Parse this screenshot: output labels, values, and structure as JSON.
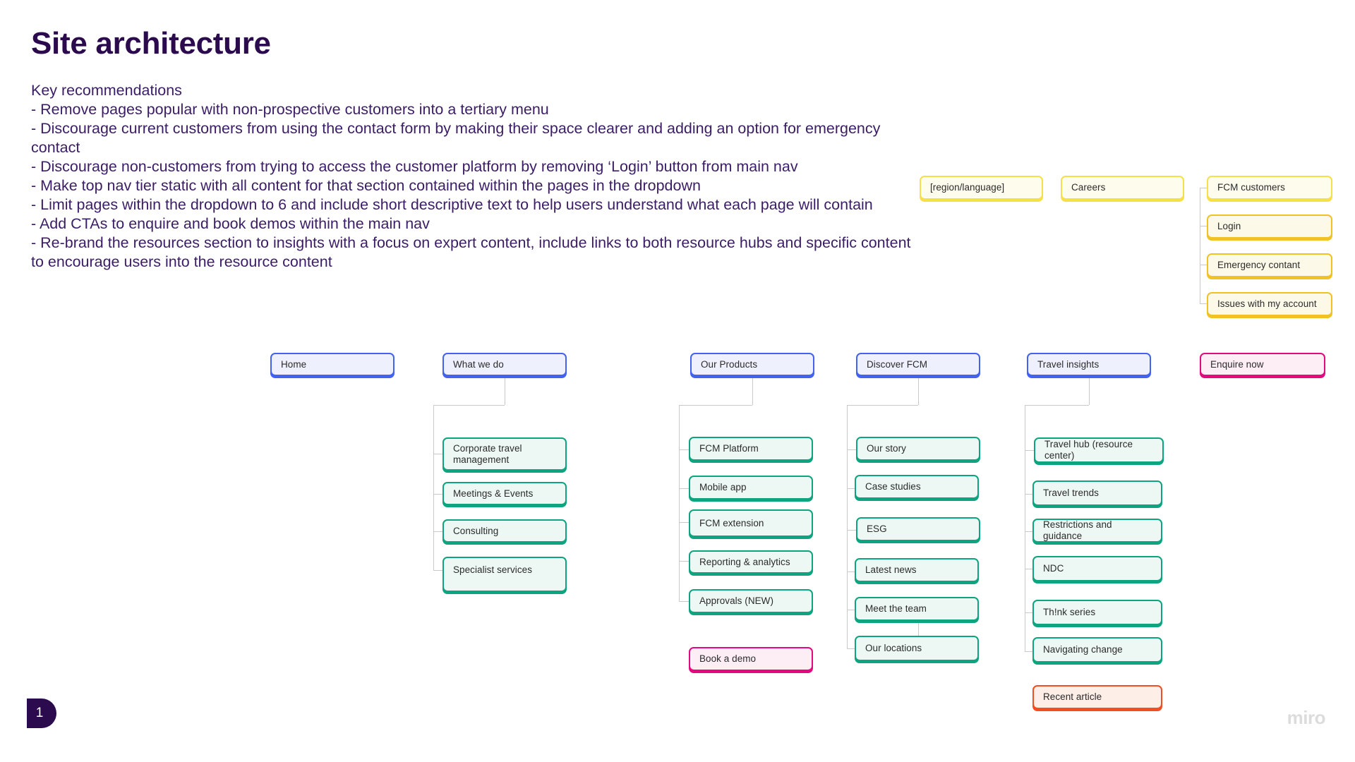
{
  "page": {
    "title": "Site architecture",
    "number": "1",
    "watermark": "miro"
  },
  "recommendations": {
    "heading": "Key recommendations",
    "items": [
      "- Remove pages popular with non-prospective customers into a tertiary menu",
      "- Discourage current customers from using the contact form by making their space clearer and adding an option for emergency contact",
      "- Discourage non-customers from trying to access the customer platform by removing ‘Login’ button from main nav",
      "- Make top nav tier static with all content for that section contained within the pages in the dropdown",
      "- Limit pages within the dropdown to 6 and include short descriptive text to help users understand what each page will contain",
      "- Add CTAs to enquire and book demos within the main nav",
      "- Re-brand the resources section to insights with a focus on expert content, include links to both resource hubs and specific content to encourage users into the resource content"
    ]
  },
  "colors": {
    "title": "#2c0a4e",
    "body_text": "#3b1d66",
    "blue_border": "#4262ef",
    "blue_fill": "#eef1fd",
    "yellow_border": "#f5e04a",
    "yellow_fill": "#fdfced",
    "yellow_dark_border": "#f1c225",
    "green_border": "#0ea47f",
    "green_fill": "#edf8f4",
    "pink_border": "#e3097e",
    "pink_fill": "#fdeef5",
    "orange_border": "#f04e23",
    "orange_fill": "#fdeee8",
    "connector": "#c9c9c9"
  },
  "tertiary_nav": {
    "region_language": "[region/language]",
    "careers": "Careers",
    "customer_group": [
      "FCM customers",
      "Login",
      "Emergency contant",
      "Issues with my account"
    ]
  },
  "main_nav": {
    "home": "Home",
    "enquire_cta": "Enquire now",
    "columns": [
      {
        "parent": "What we do",
        "children": [
          "Corporate travel management",
          "Meetings & Events",
          "Consulting",
          "Specialist services"
        ],
        "cta": null
      },
      {
        "parent": "Our Products",
        "children": [
          "FCM Platform",
          "Mobile app",
          "FCM extension",
          "Reporting & analytics",
          "Approvals (NEW)"
        ],
        "cta": "Book a demo"
      },
      {
        "parent": "Discover FCM",
        "children": [
          "Our story",
          "Case studies",
          "ESG",
          "Latest news",
          "Meet the team",
          "Our locations"
        ],
        "cta": null
      },
      {
        "parent": "Travel insights",
        "children": [
          "Travel hub (resource center)",
          "Travel trends",
          "Restrictions and guidance",
          "NDC",
          "Th!nk series",
          "Navigating change"
        ],
        "cta": "Recent article"
      }
    ]
  }
}
